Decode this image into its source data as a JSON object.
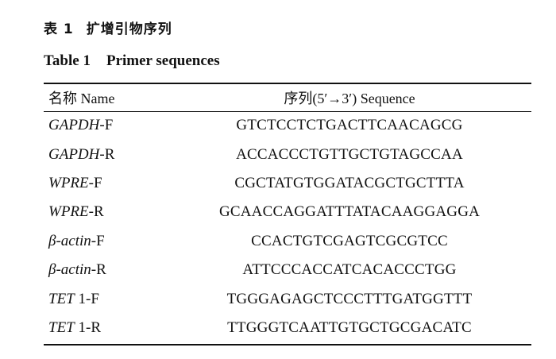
{
  "caption": {
    "cn_label": "表 1",
    "cn_title": "扩增引物序列",
    "en_label": "Table 1",
    "en_title": "Primer sequences"
  },
  "table": {
    "headers": {
      "name": "名称 Name",
      "sequence": "序列(5′→3′) Sequence"
    },
    "rows": [
      {
        "gene": "GAPDH",
        "suffix": "-F",
        "sequence": "GTCTCCTCTGACTTCAACAGCG"
      },
      {
        "gene": "GAPDH",
        "suffix": "-R",
        "sequence": "ACCACCCTGTTGCTGTAGCCAA"
      },
      {
        "gene": "WPRE",
        "suffix": "-F",
        "sequence": "CGCTATGTGGATACGCTGCTTTA"
      },
      {
        "gene": "WPRE",
        "suffix": "-R",
        "sequence": "GCAACCAGGATTTATACAAGGAGGA"
      },
      {
        "gene": "β-actin",
        "suffix": "-F",
        "sequence": "CCACTGTCGAGTCGCGTCC"
      },
      {
        "gene": "β-actin",
        "suffix": "-R",
        "sequence": "ATTCCCACCATCACACCCTGG"
      },
      {
        "gene": "TET",
        "suffix": " 1-F",
        "sequence": "TGGGAGAGCTCCCTTTGATGGTTT"
      },
      {
        "gene": "TET",
        "suffix": " 1-R",
        "sequence": "TTGGGTCAATTGTGCTGCGACATC"
      }
    ]
  }
}
